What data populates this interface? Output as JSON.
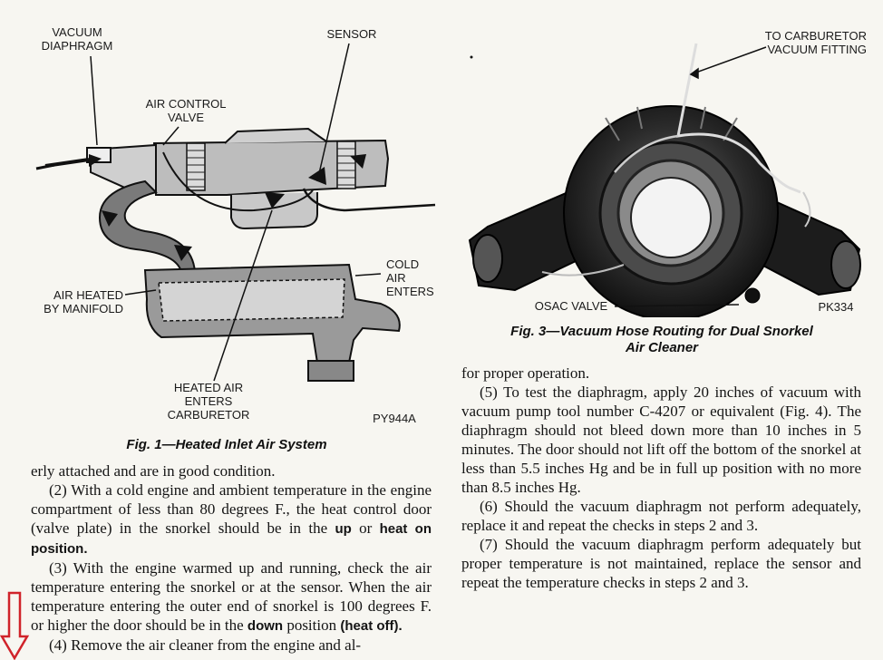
{
  "fig1": {
    "labels": {
      "vacuum_diaphragm": "VACUUM\nDIAPHRAGM",
      "sensor": "SENSOR",
      "air_control_valve": "AIR CONTROL\nVALVE",
      "cold_air_enters": "COLD\nAIR\nENTERS",
      "air_heated_by_manifold": "AIR HEATED\nBY MANIFOLD",
      "heated_air_enters_carburetor": "HEATED AIR\nENTERS\nCARBURETOR",
      "code": "PY944A"
    },
    "caption": "Fig. 1—Heated Inlet Air System"
  },
  "fig3": {
    "labels": {
      "to_carburetor": "TO CARBURETOR\nVACUUM FITTING",
      "osac_valve": "OSAC VALVE",
      "code": "PK334"
    },
    "caption_line1": "Fig. 3—Vacuum Hose Routing for Dual Snorkel",
    "caption_line2": "Air Cleaner"
  },
  "left_col": {
    "p1": "erly attached and are in good condition.",
    "p2_a": "(2) With a cold engine and ambient temperature in the engine compartment of less than 80 degrees F., the heat control door (valve plate) in the snorkel should be in the ",
    "p2_b1": "up",
    "p2_mid": " or ",
    "p2_b2": "heat on position.",
    "p3_a": "(3) With the engine warmed up and running, check the air temperature entering the snorkel or at the sensor. When the air temperature entering the outer end of snorkel is 100 degrees F. or higher the door should be in the ",
    "p3_b1": "down",
    "p3_mid": " position ",
    "p3_b2": "(heat off).",
    "p4": "(4) Remove the air cleaner from the engine and al-"
  },
  "right_col": {
    "p1": "for proper operation.",
    "p5": "(5) To test the diaphragm, apply 20 inches of vacuum with vacuum pump tool number C-4207 or equivalent (Fig. 4). The diaphragm should not bleed down more than 10 inches in 5 minutes. The door should not lift off the bottom of the snorkel at less than 5.5 inches Hg and be in full up position with no more than 8.5 inches Hg.",
    "p6": "(6) Should the vacuum diaphragm not perform adequately, replace it and repeat the checks in steps 2 and 3.",
    "p7": "(7) Should the vacuum diaphragm perform adequately but proper temperature is not maintained, replace the sensor and repeat the temperature checks in steps 2 and 3."
  },
  "colors": {
    "marker": "#d0232a",
    "paper": "#f7f6f1"
  }
}
